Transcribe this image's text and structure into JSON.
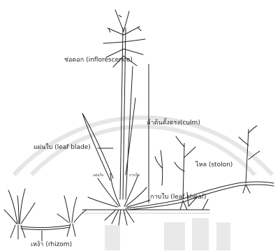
{
  "labels": {
    "inflorescence": "ช่อดอก (inflorescence)",
    "culm": "ลำต้นตั้งตรง(culm)",
    "leaf_blade": "แผ่นใบ (leaf blade)",
    "stolon": "ไหล (stolon)",
    "leaf_sheath": "กาบใบ (leaf sheaf)",
    "rhizome": "เหง้า (rhizom)",
    "small_left": "แผ่นใบ",
    "small_right": "กาบใบ"
  },
  "colors": {
    "ink": "#222222",
    "watermark": "#c9c9c9"
  }
}
